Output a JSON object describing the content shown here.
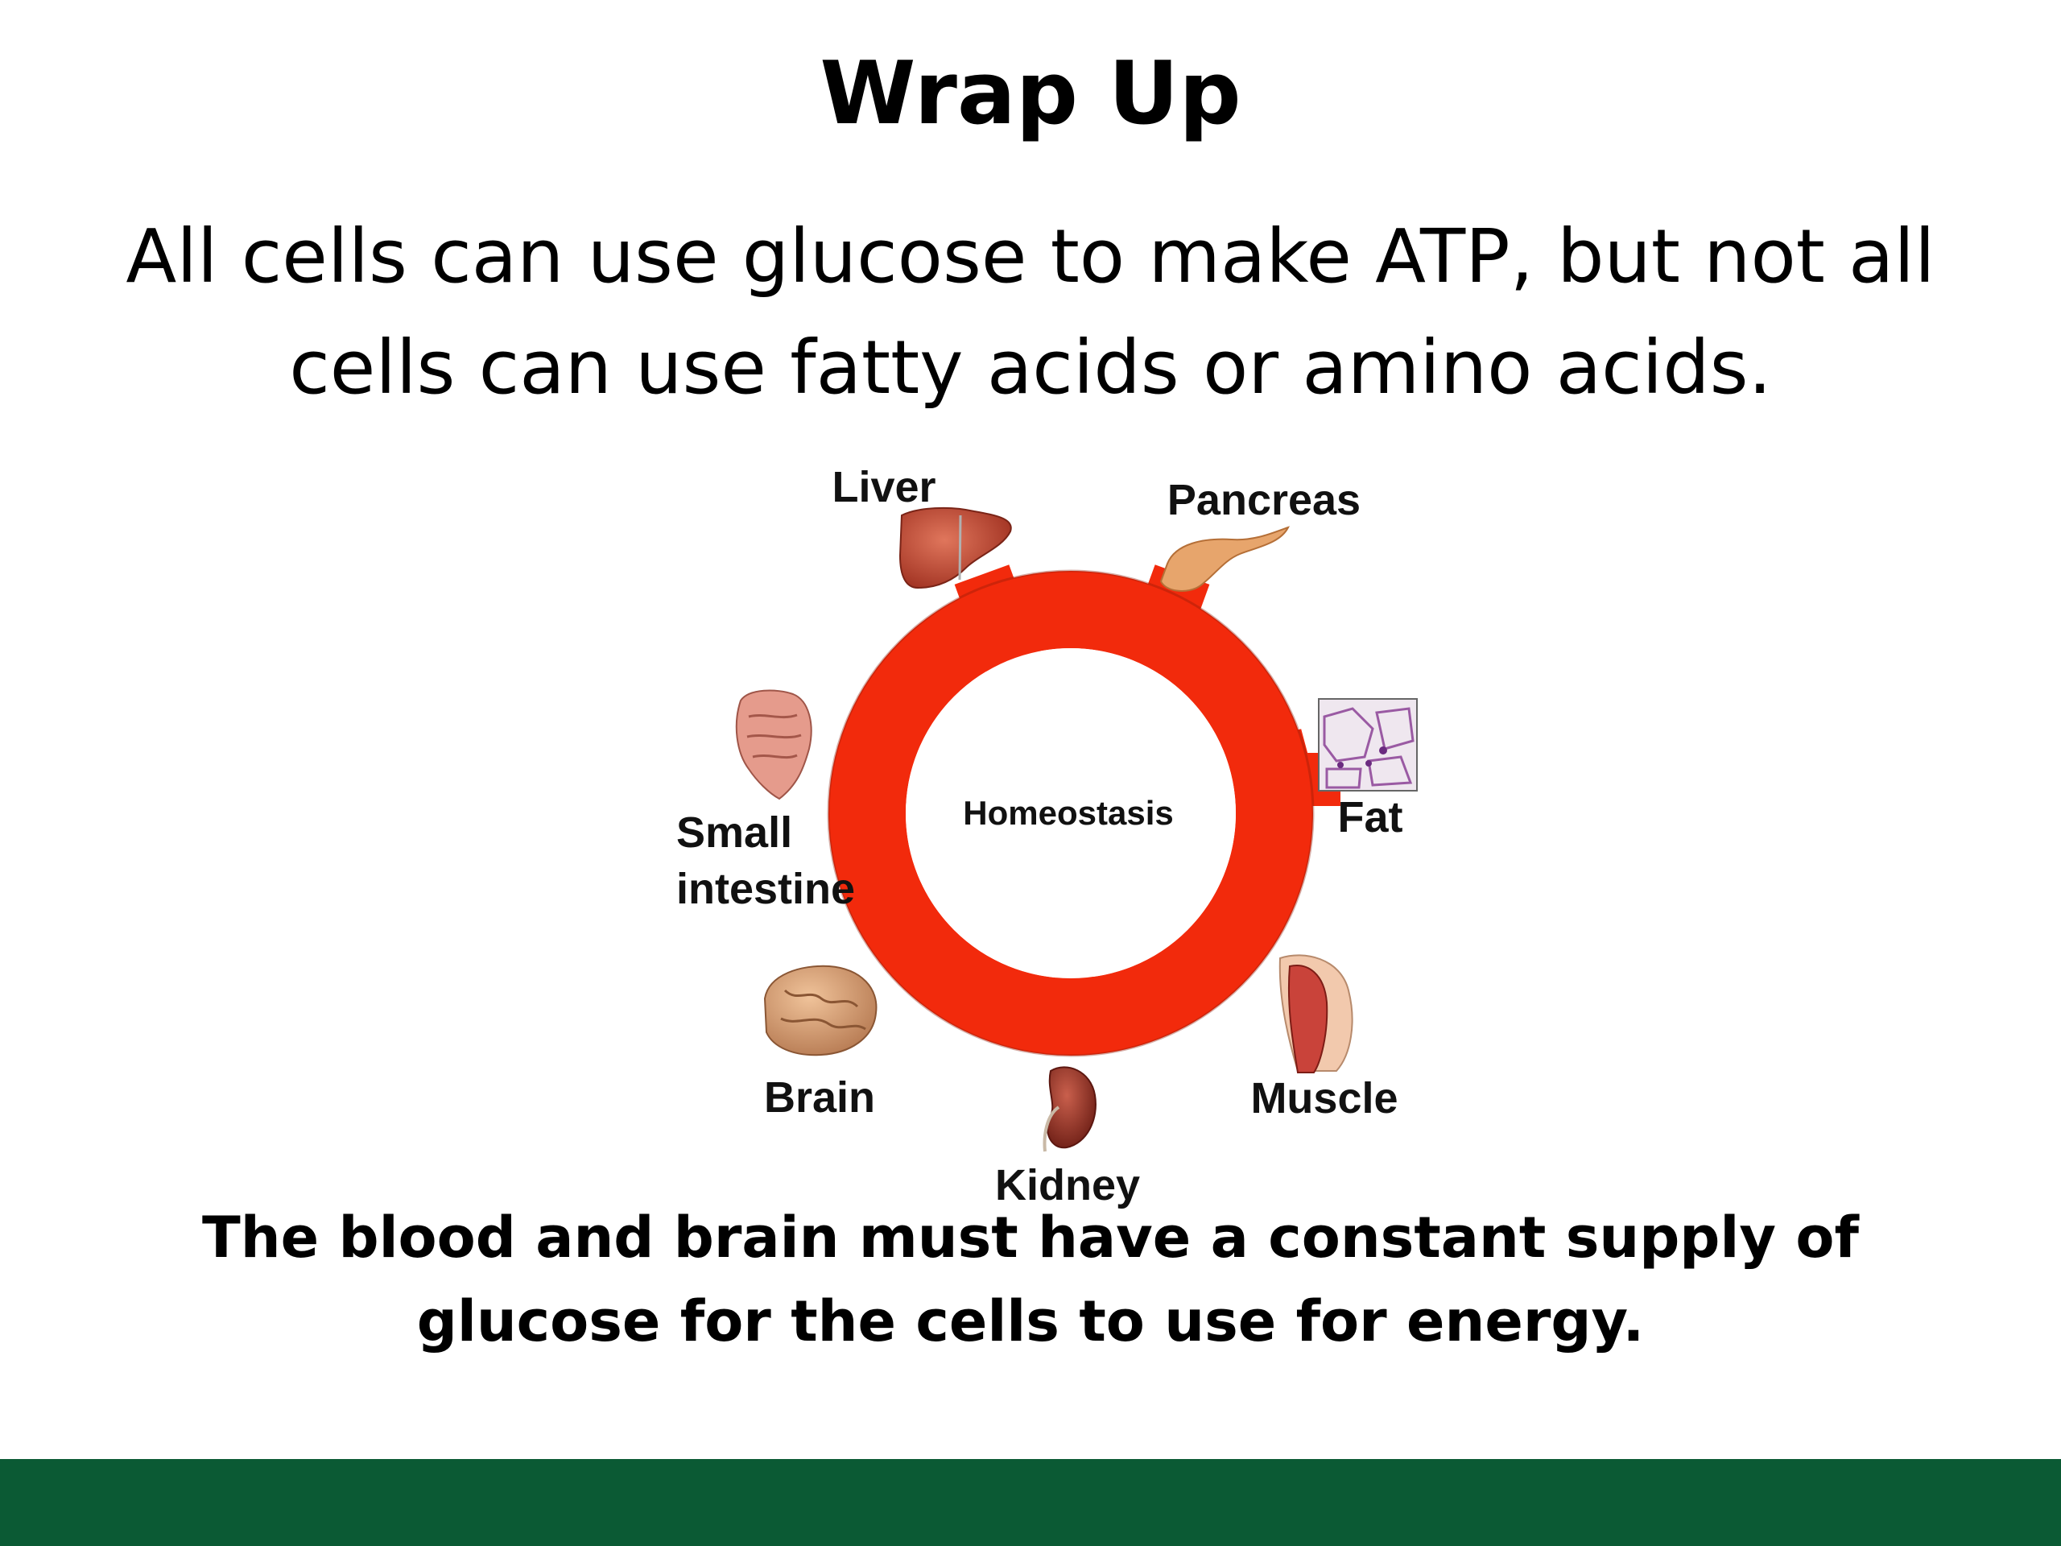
{
  "slide": {
    "title": "Wrap Up",
    "subtitle": "All cells can use glucose to make ATP, but not all cells can use fatty acids or amino acids.",
    "bottom_text": "The blood and brain must have a constant supply of glucose for the cells to use for energy."
  },
  "diagram": {
    "center_label": "Homeostasis",
    "organs": {
      "liver": "Liver",
      "pancreas": "Pancreas",
      "fat": "Fat",
      "muscle": "Muscle",
      "kidney": "Kidney",
      "brain": "Brain",
      "small_intestine_line1": "Small",
      "small_intestine_line2": "intestine"
    }
  },
  "colors": {
    "ring": "#f22a0c",
    "footer": "#0b5a34"
  }
}
